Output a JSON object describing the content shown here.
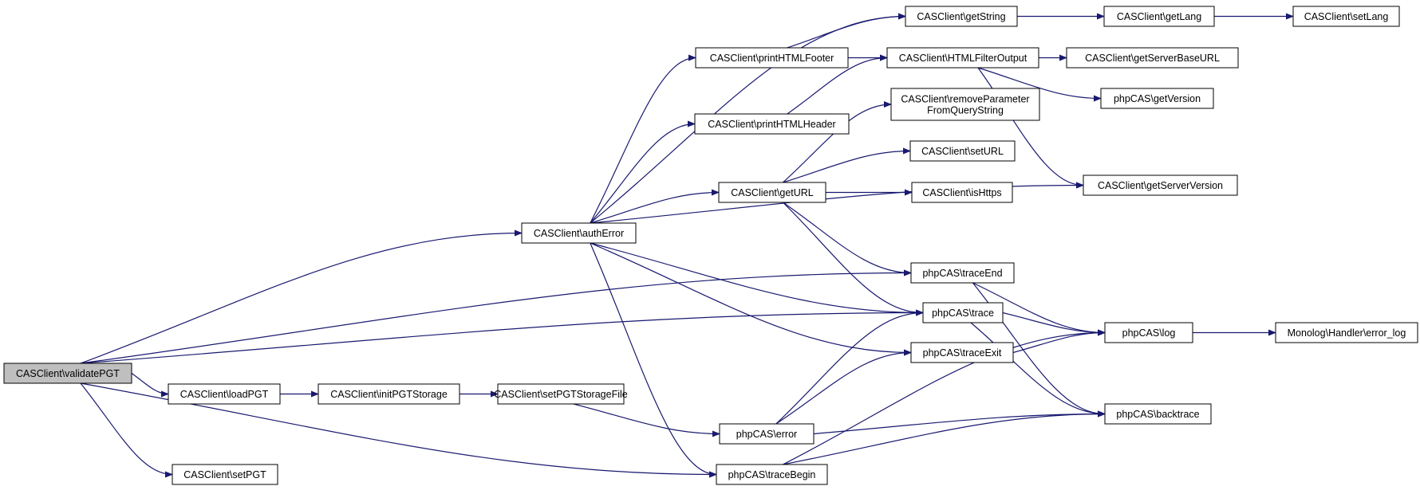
{
  "graph": {
    "edge_color": "#191970",
    "root_fill": "#bfbfbf",
    "nodes": [
      {
        "id": "validatePGT",
        "label": "CASClient\\validatePGT",
        "root": true
      },
      {
        "id": "loadPGT",
        "label": "CASClient\\loadPGT"
      },
      {
        "id": "setPGT",
        "label": "CASClient\\setPGT"
      },
      {
        "id": "initPGTStorage",
        "label": "CASClient\\initPGTStorage"
      },
      {
        "id": "setPGTStorageFile",
        "label": "CASClient\\setPGTStorageFile"
      },
      {
        "id": "authError",
        "label": "CASClient\\authError"
      },
      {
        "id": "printHTMLFooter",
        "label": "CASClient\\printHTMLFooter"
      },
      {
        "id": "printHTMLHeader",
        "label": "CASClient\\printHTMLHeader"
      },
      {
        "id": "getURL",
        "label": "CASClient\\getURL"
      },
      {
        "id": "error",
        "label": "phpCAS\\error"
      },
      {
        "id": "traceBegin",
        "label": "phpCAS\\traceBegin"
      },
      {
        "id": "getString",
        "label": "CASClient\\getString"
      },
      {
        "id": "HTMLFilterOutput",
        "label": "CASClient\\HTMLFilterOutput"
      },
      {
        "id": "removeParameter",
        "label": [
          "CASClient\\removeParameter",
          "FromQueryString"
        ]
      },
      {
        "id": "setURL",
        "label": "CASClient\\setURL"
      },
      {
        "id": "isHttps",
        "label": "CASClient\\isHttps"
      },
      {
        "id": "traceEnd",
        "label": "phpCAS\\traceEnd"
      },
      {
        "id": "trace",
        "label": "phpCAS\\trace"
      },
      {
        "id": "traceExit",
        "label": "phpCAS\\traceExit"
      },
      {
        "id": "getLang",
        "label": "CASClient\\getLang"
      },
      {
        "id": "getServerBaseURL",
        "label": "CASClient\\getServerBaseURL"
      },
      {
        "id": "getVersion",
        "label": "phpCAS\\getVersion"
      },
      {
        "id": "getServerVersion",
        "label": "CASClient\\getServerVersion"
      },
      {
        "id": "log",
        "label": "phpCAS\\log"
      },
      {
        "id": "backtrace",
        "label": "phpCAS\\backtrace"
      },
      {
        "id": "setLang",
        "label": "CASClient\\setLang"
      },
      {
        "id": "error_log",
        "label": "Monolog\\Handler\\error_log"
      }
    ],
    "edges": [
      [
        "validatePGT",
        "authError"
      ],
      [
        "validatePGT",
        "traceEnd"
      ],
      [
        "validatePGT",
        "trace"
      ],
      [
        "validatePGT",
        "loadPGT"
      ],
      [
        "validatePGT",
        "setPGT"
      ],
      [
        "validatePGT",
        "traceBegin"
      ],
      [
        "loadPGT",
        "initPGTStorage"
      ],
      [
        "initPGTStorage",
        "setPGTStorageFile"
      ],
      [
        "setPGTStorageFile",
        "error"
      ],
      [
        "authError",
        "getString"
      ],
      [
        "authError",
        "printHTMLFooter"
      ],
      [
        "authError",
        "printHTMLHeader"
      ],
      [
        "authError",
        "getURL"
      ],
      [
        "authError",
        "getServerVersion"
      ],
      [
        "authError",
        "trace"
      ],
      [
        "authError",
        "traceExit"
      ],
      [
        "authError",
        "traceBegin"
      ],
      [
        "printHTMLFooter",
        "getString"
      ],
      [
        "printHTMLFooter",
        "HTMLFilterOutput"
      ],
      [
        "printHTMLHeader",
        "HTMLFilterOutput"
      ],
      [
        "getURL",
        "removeParameter"
      ],
      [
        "getURL",
        "setURL"
      ],
      [
        "getURL",
        "isHttps"
      ],
      [
        "getURL",
        "traceEnd"
      ],
      [
        "getURL",
        "trace"
      ],
      [
        "getString",
        "getLang"
      ],
      [
        "getLang",
        "setLang"
      ],
      [
        "HTMLFilterOutput",
        "getServerBaseURL"
      ],
      [
        "HTMLFilterOutput",
        "getVersion"
      ],
      [
        "HTMLFilterOutput",
        "getServerVersion"
      ],
      [
        "traceEnd",
        "log"
      ],
      [
        "traceEnd",
        "backtrace"
      ],
      [
        "trace",
        "log"
      ],
      [
        "trace",
        "backtrace"
      ],
      [
        "traceExit",
        "log"
      ],
      [
        "error",
        "trace"
      ],
      [
        "error",
        "traceExit"
      ],
      [
        "error",
        "backtrace"
      ],
      [
        "traceBegin",
        "log"
      ],
      [
        "traceBegin",
        "backtrace"
      ],
      [
        "log",
        "error_log"
      ]
    ]
  }
}
